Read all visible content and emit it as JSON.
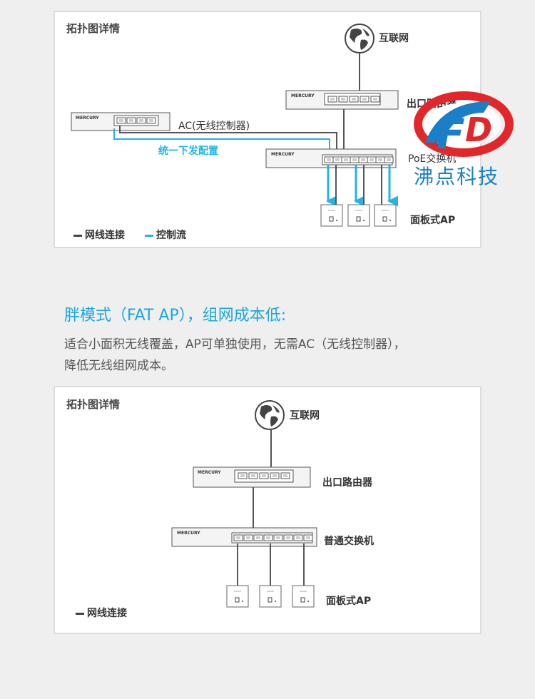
{
  "panel1": {
    "title": "拓扑图详情",
    "internet": "互联网",
    "router": "出口路由器",
    "ac": "AC(无线控制器)",
    "config_push": "统一下发配置",
    "poe_switch": "PoE交换机",
    "panel_ap": "面板式AP",
    "legend_cable": "网线连接",
    "legend_control": "控制流",
    "device_brand": "MERCURY"
  },
  "watermark": {
    "logo_letters": "FD",
    "company": "沸点科技",
    "colors": {
      "red": "#e3262a",
      "blue": "#1a7fc6"
    }
  },
  "fat_ap": {
    "heading": "胖模式（FAT AP），组网成本低:",
    "line1": "适合小面积无线覆盖，AP可单独使用，无需AC（无线控制器），",
    "line2": "降低无线组网成本。"
  },
  "panel2": {
    "title": "拓扑图详情",
    "internet": "互联网",
    "router": "出口路由器",
    "switch": "普通交换机",
    "panel_ap": "面板式AP",
    "legend_cable": "网线连接",
    "device_brand": "MERCURY"
  },
  "colors": {
    "cable": "#555555",
    "control": "#20b4e8",
    "heading": "#19a7e0"
  }
}
